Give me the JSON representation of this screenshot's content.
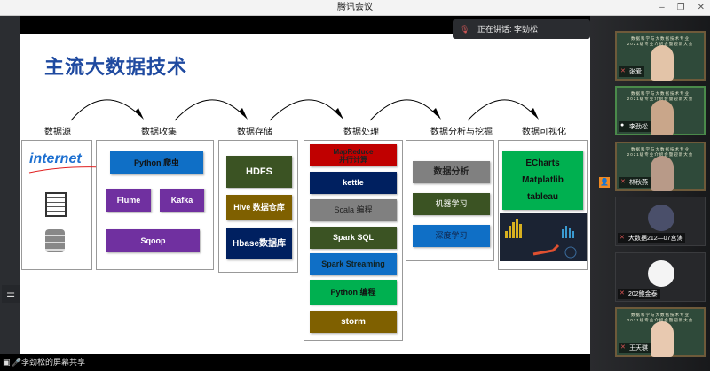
{
  "window": {
    "title": "腾讯会议",
    "controls": [
      "–",
      "❐",
      "✕"
    ]
  },
  "speaker": {
    "label": "正在讲话: 李劲松"
  },
  "share_bar": {
    "label": "李劲松的屏幕共享"
  },
  "slide": {
    "title": "主流大数据技术",
    "stages": [
      "数据源",
      "数据收集",
      "数据存储",
      "数据处理",
      "数据分析与挖掘",
      "数据可视化"
    ],
    "source": {
      "internet": "internet"
    },
    "collect": [
      "Python 爬虫",
      "Flume",
      "Kafka",
      "Sqoop"
    ],
    "storage": [
      "HDFS",
      "Hive 数据仓库",
      "Hbase数据库"
    ],
    "processing": [
      "MapReduce",
      "并行计算",
      "kettle",
      "Scala 编程",
      "Spark SQL",
      "Spark Streaming",
      "Python 编程",
      "storm"
    ],
    "analysis": [
      "数据分析",
      "机器学习",
      "深度学习"
    ],
    "visualization": [
      "ECharts",
      "Matplatlib",
      "tableau"
    ],
    "colors": {
      "title": "#1f4aa0",
      "blue": "#0f6fc6",
      "purple": "#7030a0",
      "green_dark": "#3b5323",
      "olive": "#7f6000",
      "navy": "#002060",
      "red": "#c00000",
      "gray": "#808080",
      "green": "#00b050"
    }
  },
  "participants": [
    {
      "name": "张爱",
      "type": "video"
    },
    {
      "name": "李劲松",
      "type": "video"
    },
    {
      "name": "林秋燕",
      "type": "video"
    },
    {
      "name": "大数据212—07宫涛",
      "type": "avatar"
    },
    {
      "name": "202鲍金泰",
      "type": "avatar"
    },
    {
      "name": "王天骐",
      "type": "video"
    }
  ],
  "board_text": [
    "数据科学与大数据技术专业",
    "2021级专业介绍会暨迎新大会"
  ]
}
